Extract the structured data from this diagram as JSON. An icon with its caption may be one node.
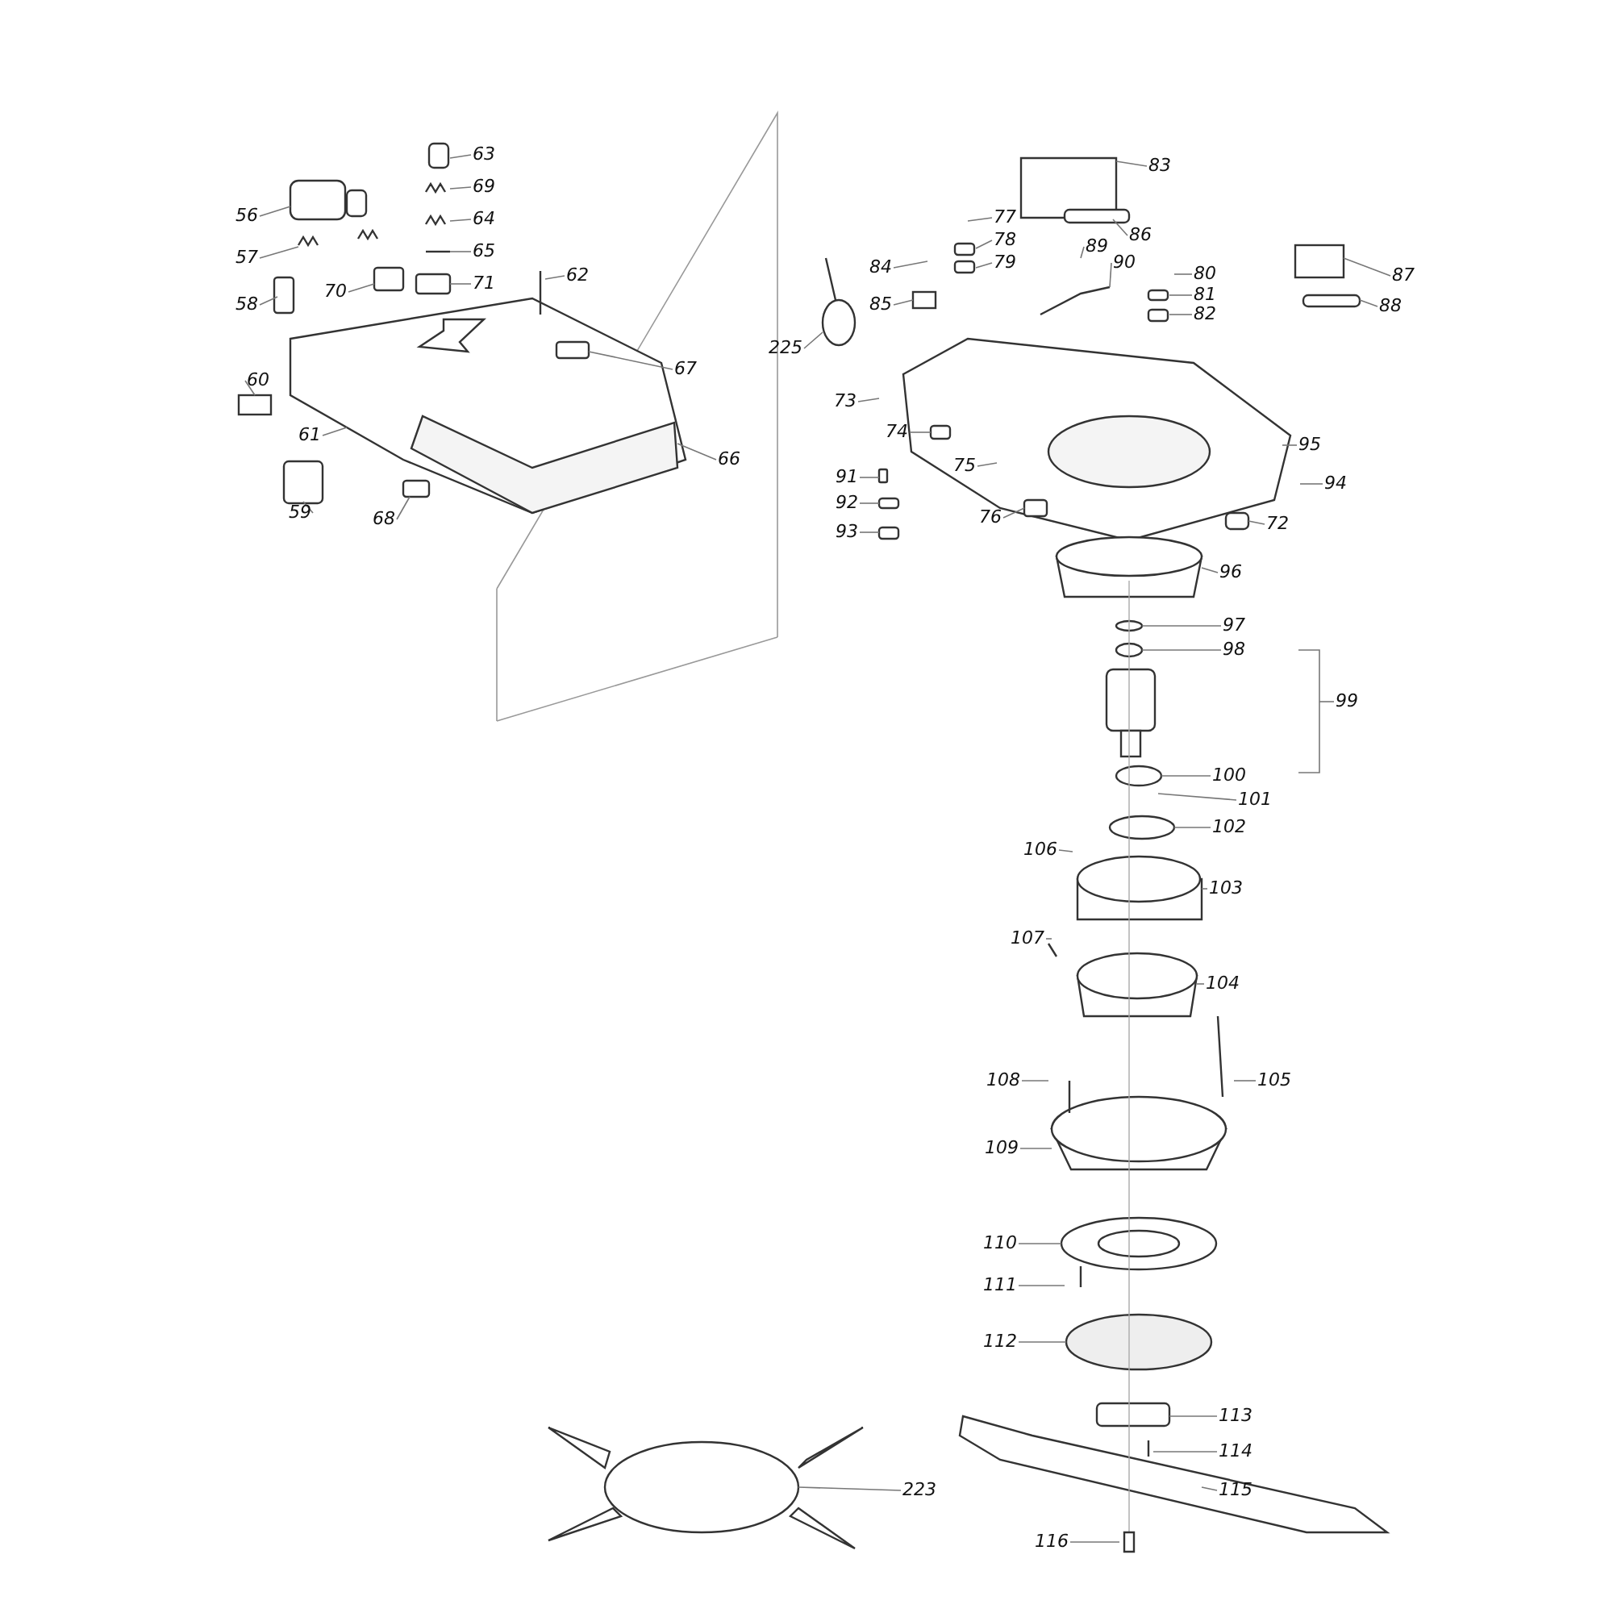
{
  "diagram": {
    "nodes": [
      {
        "text": [
          "56"
        ]
      },
      {
        "text": [
          "57"
        ]
      },
      {
        "text": [
          "58"
        ]
      },
      {
        "text": [
          "70"
        ]
      },
      {
        "text": [
          "60"
        ]
      },
      {
        "text": [
          "61"
        ]
      },
      {
        "text": [
          "59"
        ]
      },
      {
        "text": [
          "68"
        ]
      },
      {
        "text": [
          "63"
        ]
      },
      {
        "text": [
          "69"
        ]
      },
      {
        "text": [
          "64"
        ]
      },
      {
        "text": [
          "65"
        ]
      },
      {
        "text": [
          "71"
        ]
      },
      {
        "text": [
          "62"
        ]
      },
      {
        "text": [
          "67"
        ]
      },
      {
        "text": [
          "66"
        ]
      },
      {
        "text": [
          "83"
        ]
      },
      {
        "text": [
          "77"
        ]
      },
      {
        "text": [
          "78"
        ]
      },
      {
        "text": [
          "79"
        ]
      },
      {
        "text": [
          "86"
        ]
      },
      {
        "text": [
          "89"
        ]
      },
      {
        "text": [
          "90"
        ]
      },
      {
        "text": [
          "84"
        ]
      },
      {
        "text": [
          "85"
        ]
      },
      {
        "text": [
          "80"
        ]
      },
      {
        "text": [
          "81"
        ]
      },
      {
        "text": [
          "82"
        ]
      },
      {
        "text": [
          "87"
        ]
      },
      {
        "text": [
          "88"
        ]
      },
      {
        "text": [
          "225"
        ]
      },
      {
        "text": [
          "73"
        ]
      },
      {
        "text": [
          "74"
        ]
      },
      {
        "text": [
          "75"
        ]
      },
      {
        "text": [
          "91"
        ]
      },
      {
        "text": [
          "92"
        ]
      },
      {
        "text": [
          "93"
        ]
      },
      {
        "text": [
          "76"
        ]
      },
      {
        "text": [
          "95"
        ]
      },
      {
        "text": [
          "94"
        ]
      },
      {
        "text": [
          "72"
        ]
      },
      {
        "text": [
          "96"
        ]
      },
      {
        "text": [
          "97"
        ]
      },
      {
        "text": [
          "98"
        ]
      },
      {
        "text": [
          "99"
        ]
      },
      {
        "text": [
          "100"
        ]
      },
      {
        "text": [
          "101"
        ]
      },
      {
        "text": [
          "102"
        ]
      },
      {
        "text": [
          "106"
        ]
      },
      {
        "text": [
          "103"
        ]
      },
      {
        "text": [
          "107"
        ]
      },
      {
        "text": [
          "104"
        ]
      },
      {
        "text": [
          "105"
        ]
      },
      {
        "text": [
          "108"
        ]
      },
      {
        "text": [
          "109"
        ]
      },
      {
        "text": [
          "110"
        ]
      },
      {
        "text": [
          "111"
        ]
      },
      {
        "text": [
          "112"
        ]
      },
      {
        "text": [
          "113"
        ]
      },
      {
        "text": [
          "114"
        ]
      },
      {
        "text": [
          "115"
        ]
      },
      {
        "text": [
          "116"
        ]
      },
      {
        "text": [
          "223"
        ]
      }
    ],
    "edges": [
      {
        "from": 0,
        "to": null,
        "arrow": "none"
      },
      {
        "from": 1,
        "to": null,
        "arrow": "none"
      },
      {
        "from": 2,
        "to": null,
        "arrow": "none"
      },
      {
        "from": 3,
        "to": null,
        "arrow": "none"
      },
      {
        "from": 4,
        "to": null,
        "arrow": "none"
      },
      {
        "from": 5,
        "to": null,
        "arrow": "none"
      },
      {
        "from": 6,
        "to": null,
        "arrow": "none"
      },
      {
        "from": 7,
        "to": null,
        "arrow": "none"
      },
      {
        "from": 8,
        "to": null,
        "arrow": "none"
      },
      {
        "from": 9,
        "to": null,
        "arrow": "none"
      },
      {
        "from": 10,
        "to": null,
        "arrow": "none"
      },
      {
        "from": 11,
        "to": null,
        "arrow": "none"
      },
      {
        "from": 12,
        "to": null,
        "arrow": "none"
      },
      {
        "from": 13,
        "to": null,
        "arrow": "none"
      },
      {
        "from": 14,
        "to": null,
        "arrow": "none"
      },
      {
        "from": 15,
        "to": null,
        "arrow": "none"
      },
      {
        "from": 16,
        "to": null,
        "arrow": "none"
      },
      {
        "from": 17,
        "to": null,
        "arrow": "none"
      },
      {
        "from": 18,
        "to": null,
        "arrow": "none"
      },
      {
        "from": 19,
        "to": null,
        "arrow": "none"
      },
      {
        "from": 20,
        "to": null,
        "arrow": "none"
      },
      {
        "from": 21,
        "to": null,
        "arrow": "none"
      },
      {
        "from": 22,
        "to": null,
        "arrow": "none"
      },
      {
        "from": 23,
        "to": null,
        "arrow": "none"
      },
      {
        "from": 24,
        "to": null,
        "arrow": "none"
      },
      {
        "from": 25,
        "to": null,
        "arrow": "none"
      },
      {
        "from": 26,
        "to": null,
        "arrow": "none"
      },
      {
        "from": 27,
        "to": null,
        "arrow": "none"
      },
      {
        "from": 28,
        "to": null,
        "arrow": "none"
      },
      {
        "from": 29,
        "to": null,
        "arrow": "none"
      },
      {
        "from": 30,
        "to": null,
        "arrow": "none"
      },
      {
        "from": 31,
        "to": null,
        "arrow": "none"
      },
      {
        "from": 32,
        "to": null,
        "arrow": "none"
      },
      {
        "from": 33,
        "to": null,
        "arrow": "none"
      },
      {
        "from": 34,
        "to": null,
        "arrow": "none"
      },
      {
        "from": 35,
        "to": null,
        "arrow": "none"
      },
      {
        "from": 36,
        "to": null,
        "arrow": "none"
      },
      {
        "from": 37,
        "to": null,
        "arrow": "none"
      },
      {
        "from": 38,
        "to": null,
        "arrow": "none"
      },
      {
        "from": 39,
        "to": null,
        "arrow": "none"
      },
      {
        "from": 40,
        "to": null,
        "arrow": "none"
      },
      {
        "from": 41,
        "to": null,
        "arrow": "none"
      },
      {
        "from": 42,
        "to": null,
        "arrow": "none"
      },
      {
        "from": 43,
        "to": null,
        "arrow": "none"
      },
      {
        "from": 44,
        "to": null,
        "arrow": "none"
      },
      {
        "from": 45,
        "to": null,
        "arrow": "none"
      },
      {
        "from": 46,
        "to": null,
        "arrow": "none"
      },
      {
        "from": 47,
        "to": null,
        "arrow": "none"
      },
      {
        "from": 48,
        "to": null,
        "arrow": "none"
      },
      {
        "from": 49,
        "to": null,
        "arrow": "none"
      },
      {
        "from": 50,
        "to": null,
        "arrow": "none"
      },
      {
        "from": 51,
        "to": null,
        "arrow": "none"
      },
      {
        "from": 52,
        "to": null,
        "arrow": "none"
      },
      {
        "from": 53,
        "to": null,
        "arrow": "none"
      },
      {
        "from": 54,
        "to": null,
        "arrow": "none"
      },
      {
        "from": 55,
        "to": null,
        "arrow": "none"
      },
      {
        "from": 56,
        "to": null,
        "arrow": "none"
      },
      {
        "from": 57,
        "to": null,
        "arrow": "none"
      },
      {
        "from": 58,
        "to": null,
        "arrow": "none"
      },
      {
        "from": 59,
        "to": null,
        "arrow": "none"
      },
      {
        "from": 60,
        "to": null,
        "arrow": "none"
      },
      {
        "from": 61,
        "to": null,
        "arrow": "none"
      },
      {
        "from": 62,
        "to": null,
        "arrow": "none"
      }
    ]
  }
}
